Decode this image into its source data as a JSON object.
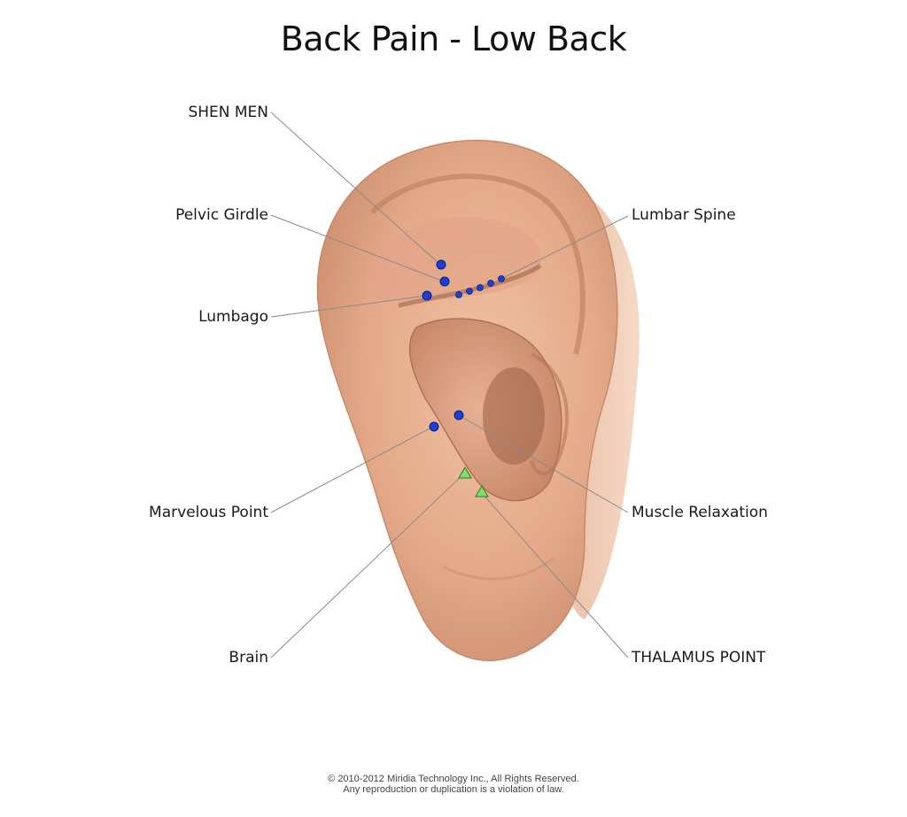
{
  "title": "Back Pain - Low Back",
  "labels": {
    "shen_men": "SHEN MEN",
    "pelvic_girdle": "Pelvic Girdle",
    "lumbago": "Lumbago",
    "marvelous_point": "Marvelous Point",
    "brain": "Brain",
    "lumbar_spine": "Lumbar Spine",
    "muscle_relaxation": "Muscle Relaxation",
    "thalamus_point": "THALAMUS POINT"
  },
  "colors": {
    "point_blue": "#1c3fd8",
    "point_green": "#7ee06a",
    "leader_line": "#8a8a8a",
    "skin": "#e8b493"
  },
  "footer": {
    "line1": "© 2010-2012 Miridia Technology Inc., All Rights Reserved.",
    "line2": "Any reproduction or duplication is a violation of law."
  }
}
